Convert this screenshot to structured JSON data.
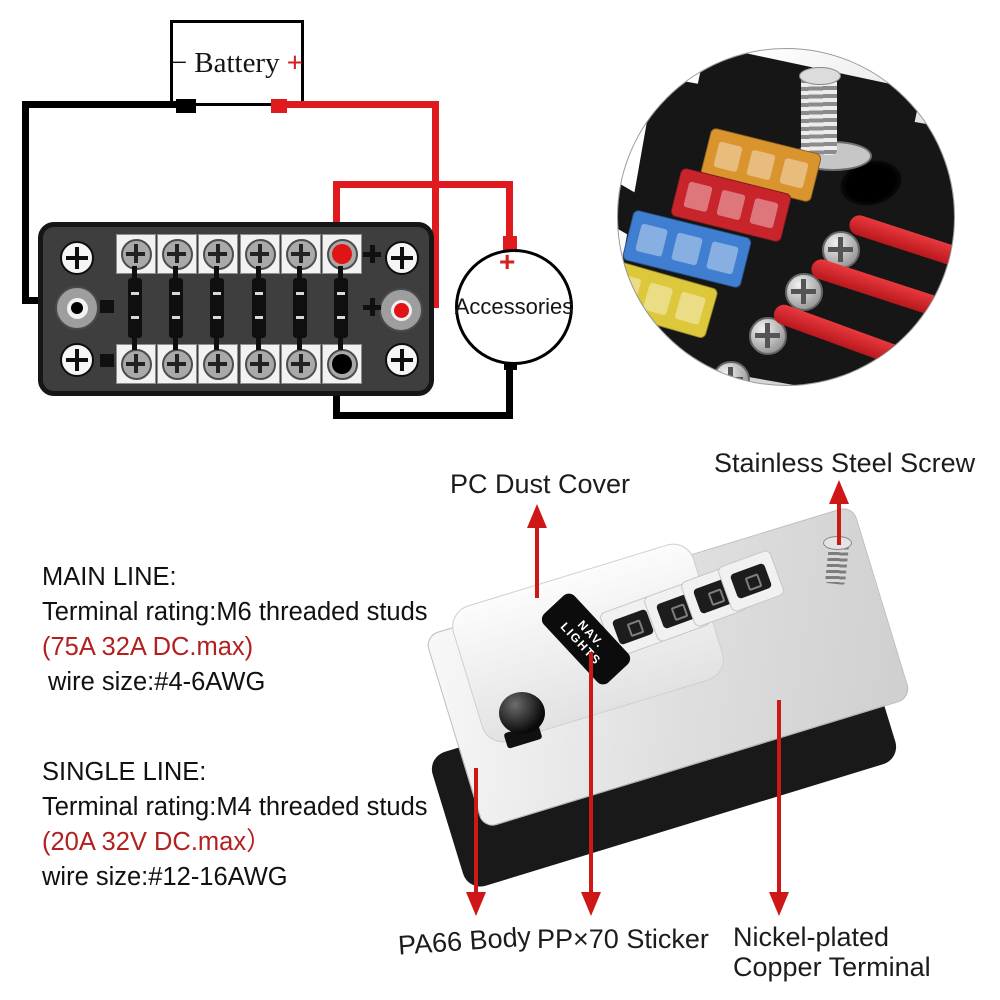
{
  "diagram": {
    "battery": {
      "minus": "−",
      "label": "Battery",
      "plus": "+"
    },
    "accessories": {
      "label": "Accessories",
      "plus": "+"
    },
    "fuse_block": {
      "circuits": 6
    }
  },
  "inset": {
    "fuse_colors": [
      "#d9942d",
      "#c8242b",
      "#3f7ed0",
      "#ddc83b"
    ],
    "fuse_color_names": [
      "orange",
      "red",
      "blue",
      "yellow"
    ],
    "wire_color": "#c8242b"
  },
  "annotations": {
    "pc_dust_cover": "PC Dust Cover",
    "stainless_steel_screw": "Stainless Steel Screw",
    "pa66_body": "PA66 Body",
    "pp70_sticker": "PP×70 Sticker",
    "nickel_line1": "Nickel-plated",
    "nickel_line2": "Copper Terminal",
    "nav_sticker_line1": "NAV.",
    "nav_sticker_line2": "LIGHTS"
  },
  "specs": {
    "main_line": {
      "title": "MAIN LINE:",
      "line1": "Terminal rating:M6 threaded studs",
      "line2": "(75A 32A DC.max)",
      "line3": "wire size:#4-6AWG"
    },
    "single_line": {
      "title": "SINGLE LINE:",
      "line1": "Terminal rating:M4 threaded studs",
      "line2": "(20A 32V DC.max）",
      "line3": "wire size:#12-16AWG"
    }
  },
  "colors": {
    "wire_red": "#e01b1f",
    "wire_black": "#000000",
    "arrow_red": "#ce1717",
    "spec_red": "#b32020",
    "block_body": "#3e3e3e"
  }
}
